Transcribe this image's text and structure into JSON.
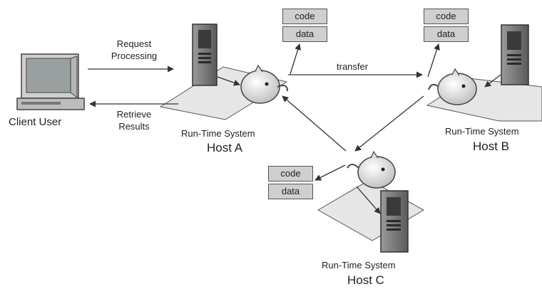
{
  "client": {
    "label": "Client User"
  },
  "request": {
    "line1": "Request",
    "line2": "Processing"
  },
  "retrieve": {
    "line1": "Retrieve",
    "line2": "Results"
  },
  "transfer": {
    "label": "transfer"
  },
  "hosts": {
    "a": {
      "system": "Run-Time System",
      "name": "Host A"
    },
    "b": {
      "system": "Run-Time System",
      "name": "Host B"
    },
    "c": {
      "system": "Run-Time System",
      "name": "Host C"
    }
  },
  "boxes": {
    "code": "code",
    "data": "data"
  },
  "colors": {
    "platform": "#e6e6e6",
    "server": "#7a7a7a",
    "box": "#cfcfcf",
    "agent": "#dcdcdc"
  }
}
